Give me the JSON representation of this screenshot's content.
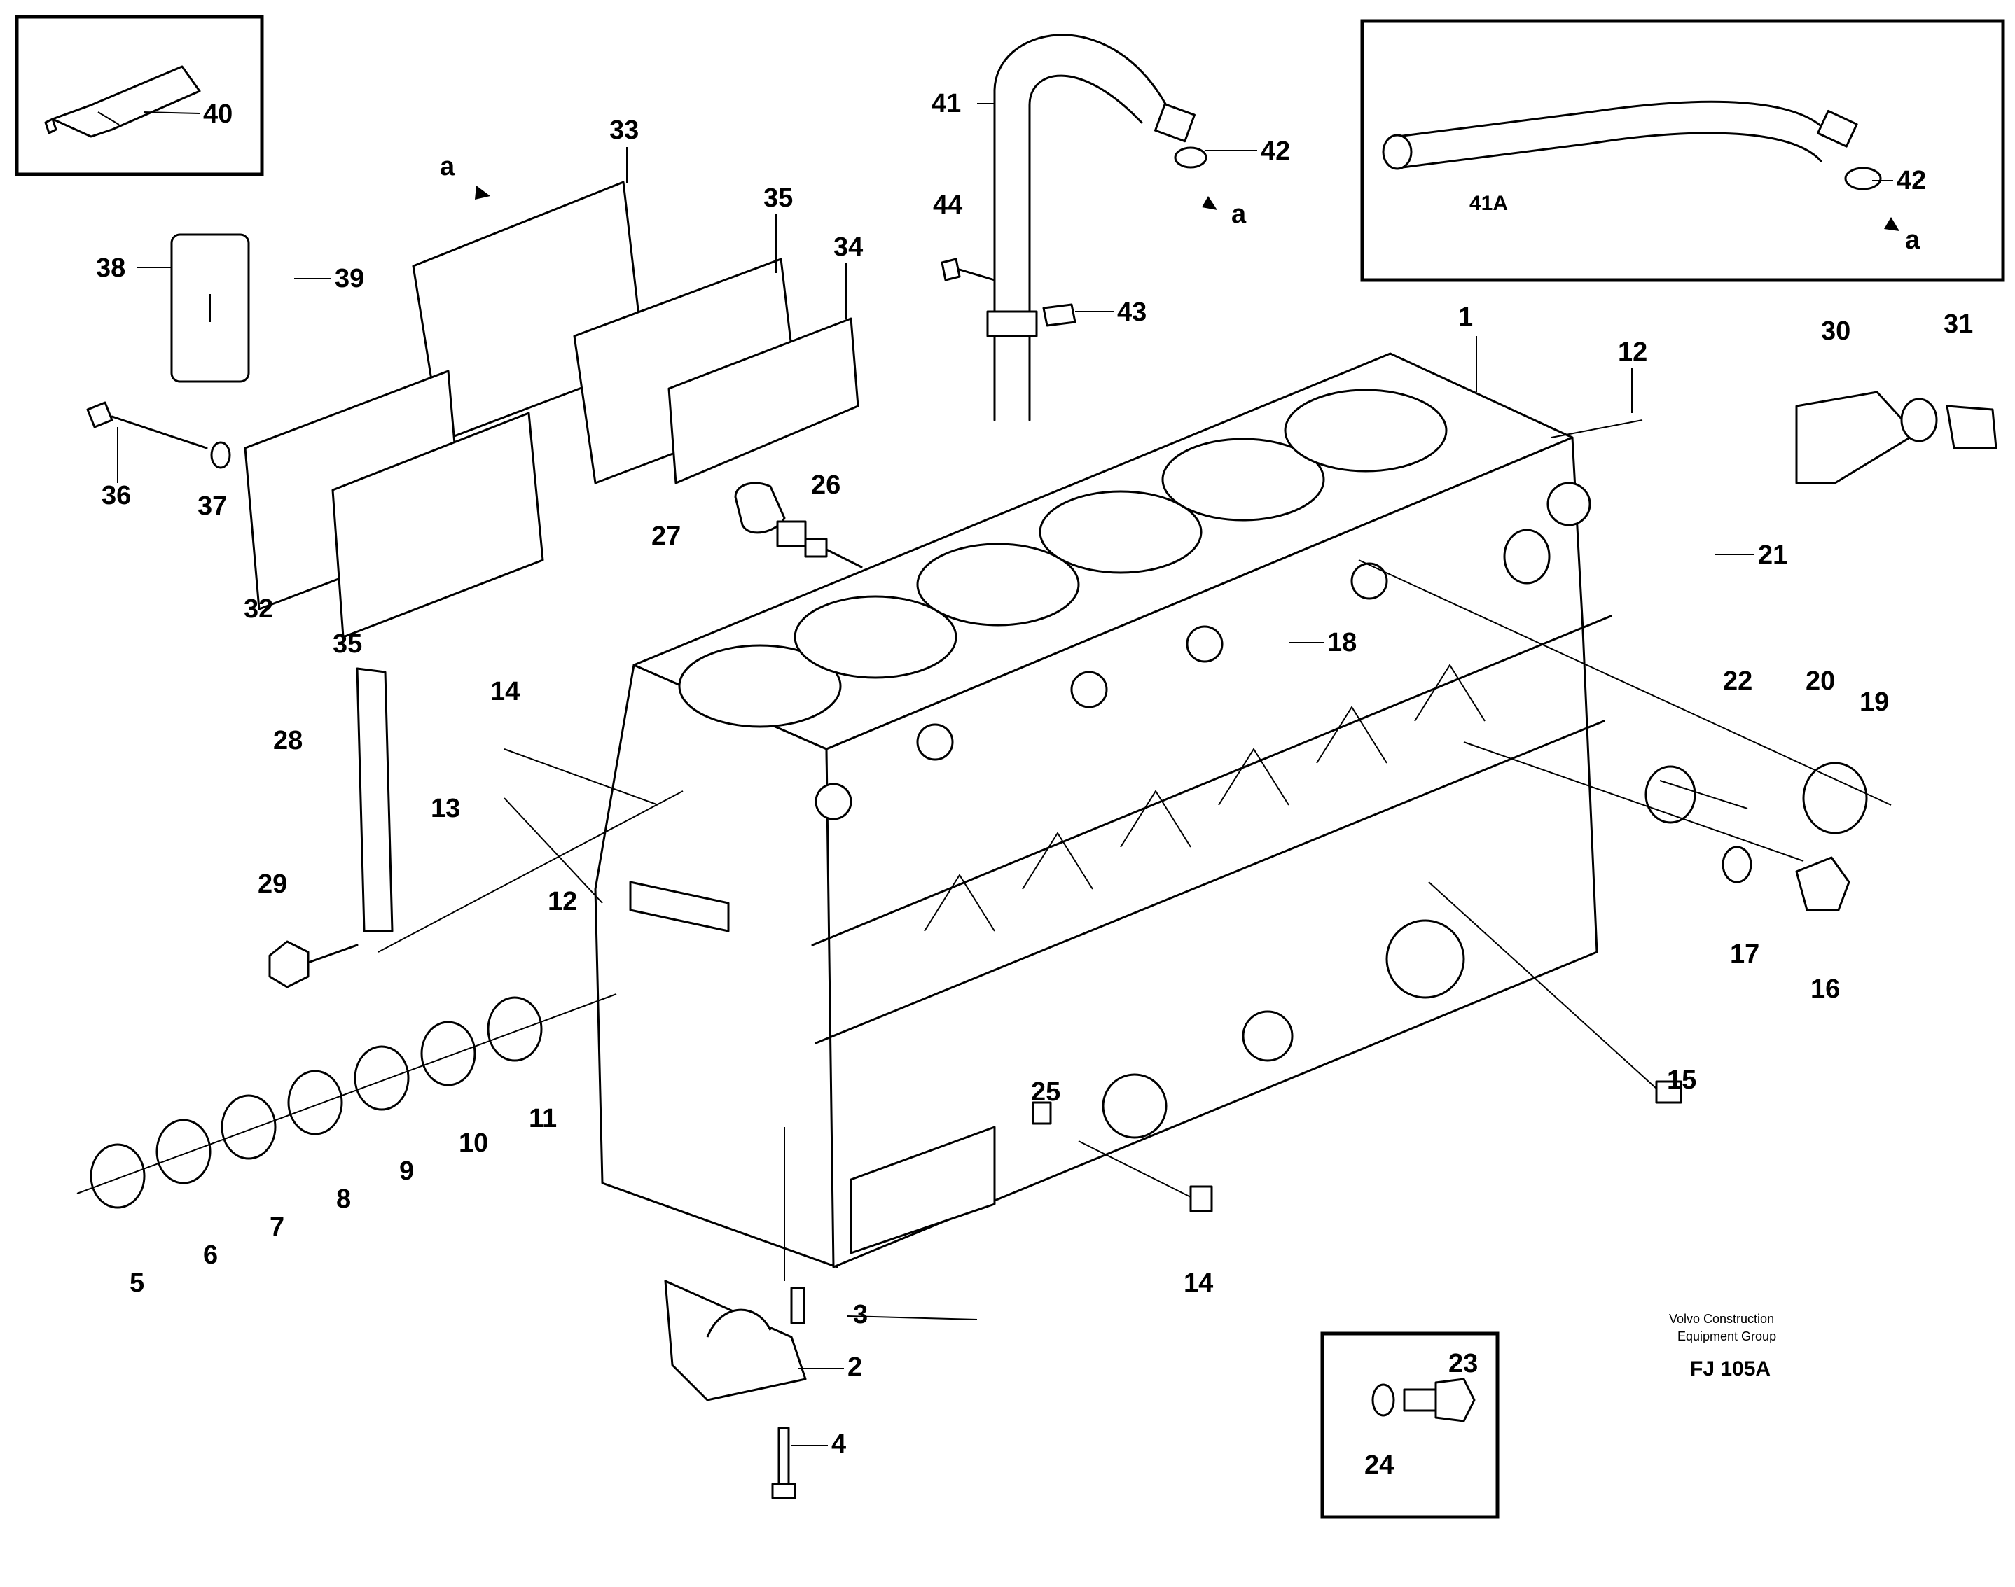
{
  "footer": {
    "company_line1": "Volvo Construction",
    "company_line2": "Equipment Group",
    "code": "FJ 105A"
  },
  "callouts": {
    "p1": "1",
    "p2": "2",
    "p3": "3",
    "p4": "4",
    "p5": "5",
    "p6": "6",
    "p7": "7",
    "p8": "8",
    "p9": "9",
    "p10": "10",
    "p11": "11",
    "p12a": "12",
    "p12b": "12",
    "p13": "13",
    "p14a": "14",
    "p14b": "14",
    "p15": "15",
    "p16": "16",
    "p17": "17",
    "p18": "18",
    "p19": "19",
    "p20": "20",
    "p21": "21",
    "p22": "22",
    "p23": "23",
    "p24": "24",
    "p25": "25",
    "p26": "26",
    "p27": "27",
    "p28": "28",
    "p29": "29",
    "p30": "30",
    "p31": "31",
    "p32": "32",
    "p33": "33",
    "p34": "34",
    "p35a": "35",
    "p35b": "35",
    "p36": "36",
    "p37": "37",
    "p38": "38",
    "p39": "39",
    "p40": "40",
    "p41": "41",
    "p41a": "41A",
    "p42a": "42",
    "p42b": "42",
    "p43": "43",
    "p44": "44"
  },
  "refs": {
    "a1": "a",
    "a2": "a",
    "a3": "a"
  }
}
